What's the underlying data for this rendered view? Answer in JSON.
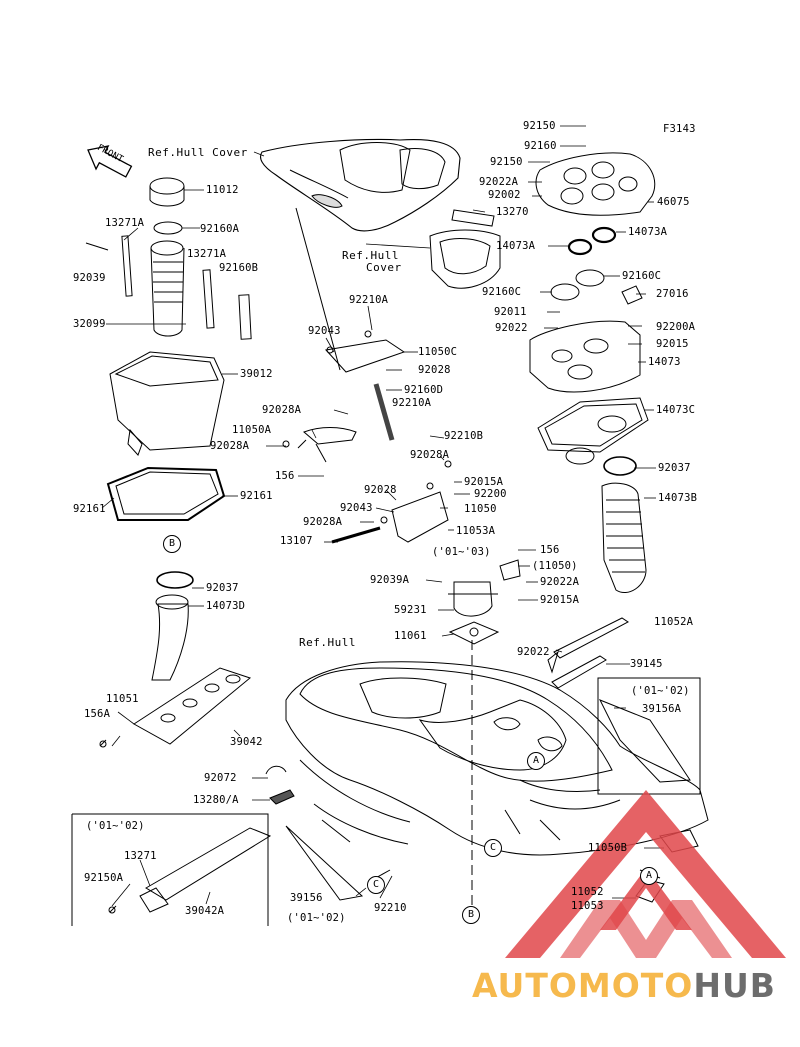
{
  "diagram_code": "F3143",
  "front_label": "FRONT",
  "refs": {
    "hull_cover_1": "Ref.Hull Cover",
    "hull_cover_2a": "Ref.Hull",
    "hull_cover_2b": "Cover",
    "hull": "Ref.Hull"
  },
  "year_notes": {
    "n1": "('01~'03)",
    "n2": "('01~'02)",
    "n3": "('01~'02)",
    "n4": "('01~'02)"
  },
  "circles": {
    "a1": "A",
    "a2": "A",
    "b1": "B",
    "b2": "B",
    "c1": "C",
    "c2": "C"
  },
  "parts": {
    "p11012": "11012",
    "p13271A_a": "13271A",
    "p92160A": "92160A",
    "p13271A_b": "13271A",
    "p92039": "92039",
    "p92160B": "92160B",
    "p32099": "32099",
    "p39012": "39012",
    "p92161a": "92161",
    "p92161b": "92161",
    "p92037a": "92037",
    "p14073D": "14073D",
    "p11051": "11051",
    "p156A": "156A",
    "p39042": "39042",
    "p92072": "92072",
    "p13280A": "13280/A",
    "p13271": "13271",
    "p92150A": "92150A",
    "p39042A": "39042A",
    "p39156": "39156",
    "p92210": "92210",
    "p92150a": "92150",
    "p92160": "92160",
    "p92150b": "92150",
    "p92022A_a": "92022A",
    "p92002": "92002",
    "p46075": "46075",
    "p13270": "13270",
    "p14073A_a": "14073A",
    "p14073A_b": "14073A",
    "p92160C_a": "92160C",
    "p92160C_b": "92160C",
    "p27016": "27016",
    "p92011": "92011",
    "p92200A": "92200A",
    "p92022a": "92022",
    "p92015": "92015",
    "p14073": "14073",
    "p14073C": "14073C",
    "p92037b": "92037",
    "p14073B": "14073B",
    "p92210A_a": "92210A",
    "p92043a": "92043",
    "p11050C": "11050C",
    "p92028a": "92028",
    "p92160D": "92160D",
    "p92210A_b": "92210A",
    "p92028A_a": "92028A",
    "p11050A": "11050A",
    "p92028A_b": "92028A",
    "p156a": "156",
    "p92210B": "92210B",
    "p92028A_c": "92028A",
    "p92015A_a": "92015A",
    "p92028b": "92028",
    "p92200": "92200",
    "p92043b": "92043",
    "p11050": "11050",
    "p92028A_d": "92028A",
    "p11053A": "11053A",
    "p13107": "13107",
    "p156b": "156",
    "p11050p": "(11050)",
    "p92039A": "92039A",
    "p92022A_b": "92022A",
    "p92015A_b": "92015A",
    "p59231": "59231",
    "p11061": "11061",
    "p11052A": "11052A",
    "p92022b": "92022",
    "p39145": "39145",
    "p39156A": "39156A",
    "p11050B": "11050B",
    "p11052": "11052",
    "p11053": "11053"
  },
  "watermark": {
    "part1": "AUTOMOTO",
    "part2": "HUB",
    "color_red": "#e0464a",
    "color_orange": "#f6b94d",
    "color_gray": "#6d6d6d"
  }
}
